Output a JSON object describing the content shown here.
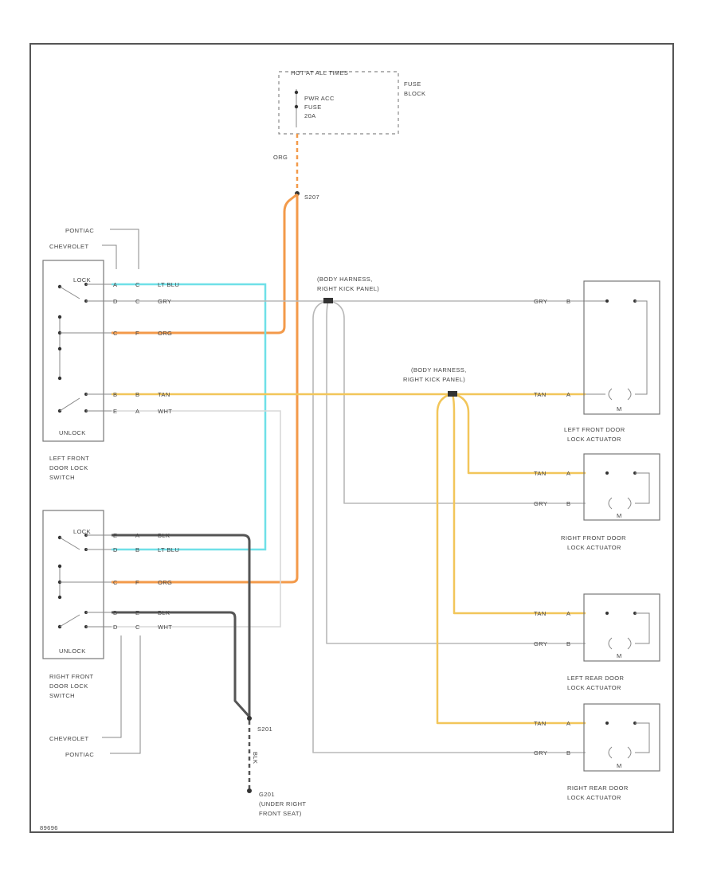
{
  "fuse_block": {
    "hot_label": "HOT AT ALL TIMES",
    "block_label_1": "FUSE",
    "block_label_2": "BLOCK",
    "fuse_line_1": "PWR ACC",
    "fuse_line_2": "FUSE",
    "fuse_line_3": "20A"
  },
  "splices": {
    "s207": "S207",
    "s201": "S201",
    "g201_1": "G201",
    "g201_2": "(UNDER RIGHT",
    "g201_3": "FRONT SEAT)"
  },
  "harness_connectors": {
    "upper_1": "(BODY HARNESS,",
    "upper_2": "RIGHT KICK PANEL)",
    "lower_1": "(BODY HARNESS,",
    "lower_2": "RIGHT KICK PANEL)"
  },
  "vehicle_variants": {
    "pontiac": "PONTIAC",
    "chevrolet": "CHEVROLET"
  },
  "switches": {
    "left": {
      "lock": "LOCK",
      "unlock": "UNLOCK",
      "name_1": "LEFT FRONT",
      "name_2": "DOOR LOCK",
      "name_3": "SWITCH"
    },
    "right": {
      "lock": "LOCK",
      "unlock": "UNLOCK",
      "name_1": "RIGHT FRONT",
      "name_2": "DOOR LOCK",
      "name_3": "SWITCH"
    }
  },
  "pins": {
    "a": "A",
    "b": "B",
    "c": "C",
    "d": "D",
    "e": "E",
    "f": "F"
  },
  "wires": {
    "org": "ORG",
    "lt_blu": "LT BLU",
    "gry": "GRY",
    "tan": "TAN",
    "wht": "WHT",
    "blk": "BLK"
  },
  "actuators": {
    "m": "M",
    "left_front_1": "LEFT FRONT DOOR",
    "left_front_2": "LOCK ACTUATOR",
    "right_front_1": "RIGHT FRONT DOOR",
    "right_front_2": "LOCK ACTUATOR",
    "left_rear_1": "LEFT REAR DOOR",
    "left_rear_2": "LOCK ACTUATOR",
    "right_rear_1": "RIGHT REAR DOOR",
    "right_rear_2": "LOCK ACTUATOR"
  },
  "figure_number": "89696",
  "colors": {
    "orange": "#f39a4a",
    "lt_blue": "#6fe0e8",
    "tan": "#f2c65a",
    "gray": "#b8b8b8",
    "black": "#555555",
    "white_wire": "#d8d8d8"
  }
}
